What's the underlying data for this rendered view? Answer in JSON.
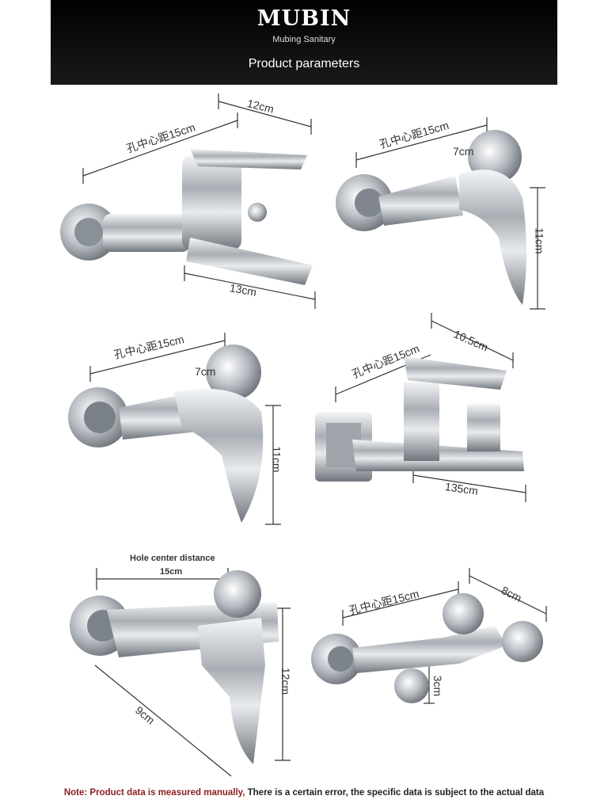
{
  "header": {
    "brand": "MUBIN",
    "subtitle": "Mubing Sanitary",
    "section_title": "Product parameters"
  },
  "products": [
    {
      "labels": [
        "12cm",
        "孔中心距15cm",
        "13cm"
      ]
    },
    {
      "labels": [
        "孔中心距15cm",
        "7cm",
        "11cm"
      ]
    },
    {
      "labels": [
        "孔中心距15cm",
        "7cm",
        "11cm"
      ]
    },
    {
      "labels": [
        "孔中心距15cm",
        "10.5cm",
        "135cm"
      ]
    },
    {
      "labels": [
        "Hole center distance",
        "15cm",
        "9cm",
        "12cm"
      ]
    },
    {
      "labels": [
        "孔中心距15cm",
        "8cm",
        "3cm"
      ]
    }
  ],
  "footer": {
    "note_label": "Note: Product data is measured manually,",
    "note_text": "There is a certain error, the specific data is subject to the actual data"
  },
  "colors": {
    "header_bg": "#000000",
    "note_red": "#8b2020",
    "chrome": "#c9cdd2"
  }
}
